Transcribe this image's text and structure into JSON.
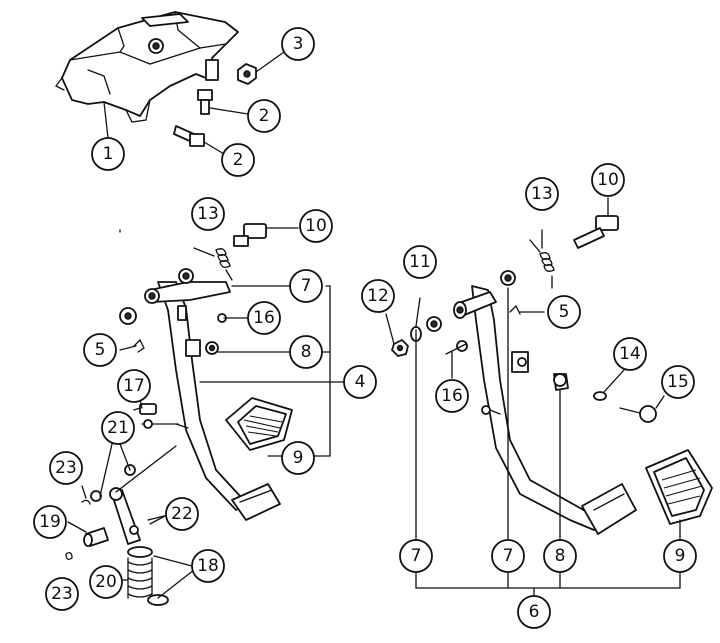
{
  "callouts": [
    {
      "id": "c1-bracket",
      "label": "1"
    },
    {
      "id": "c2-top",
      "label": "2"
    },
    {
      "id": "c2-bottom",
      "label": "2"
    },
    {
      "id": "c3",
      "label": "3"
    },
    {
      "id": "c13-left",
      "label": "13"
    },
    {
      "id": "c10-left",
      "label": "10"
    },
    {
      "id": "c7-left",
      "label": "7"
    },
    {
      "id": "c16-left",
      "label": "16"
    },
    {
      "id": "c5-left",
      "label": "5"
    },
    {
      "id": "c8-left",
      "label": "8"
    },
    {
      "id": "c4",
      "label": "4"
    },
    {
      "id": "c17",
      "label": "17"
    },
    {
      "id": "c21",
      "label": "21"
    },
    {
      "id": "c9-left",
      "label": "9"
    },
    {
      "id": "c23-top",
      "label": "23"
    },
    {
      "id": "c19",
      "label": "19"
    },
    {
      "id": "c22",
      "label": "22"
    },
    {
      "id": "c18",
      "label": "18"
    },
    {
      "id": "c20",
      "label": "20"
    },
    {
      "id": "c23-bottom",
      "label": "23"
    },
    {
      "id": "c13-right",
      "label": "13"
    },
    {
      "id": "c10-right",
      "label": "10"
    },
    {
      "id": "c11",
      "label": "11"
    },
    {
      "id": "c12",
      "label": "12"
    },
    {
      "id": "c5-right",
      "label": "5"
    },
    {
      "id": "c14",
      "label": "14"
    },
    {
      "id": "c15",
      "label": "15"
    },
    {
      "id": "c16-right",
      "label": "16"
    },
    {
      "id": "c7-right-a",
      "label": "7"
    },
    {
      "id": "c7-right-b",
      "label": "7"
    },
    {
      "id": "c8-right",
      "label": "8"
    },
    {
      "id": "c9-right",
      "label": "9"
    },
    {
      "id": "c6",
      "label": "6"
    }
  ]
}
